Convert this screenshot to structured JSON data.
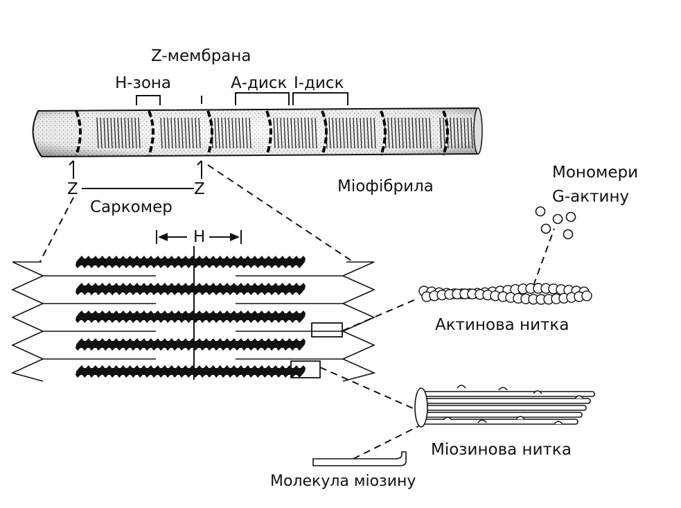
{
  "labels": {
    "z_membrane": "Z-мембрана",
    "h_zone": "Н-зона",
    "a_disk": "А-диск",
    "i_disk": "I-диск",
    "myofibril": "Міофібрила",
    "z_left": "Z",
    "z_right": "Z",
    "sarcomere": "Саркомер",
    "h_mark": "H",
    "g_actin_line1": "Мономери",
    "g_actin_line2": "G-актину",
    "actin_filament": "Актинова нитка",
    "myosin_filament": "Міозинова нитка",
    "myosin_molecule": "Молекула міозину"
  },
  "colors": {
    "ink": "#111111",
    "background": "#ffffff"
  }
}
